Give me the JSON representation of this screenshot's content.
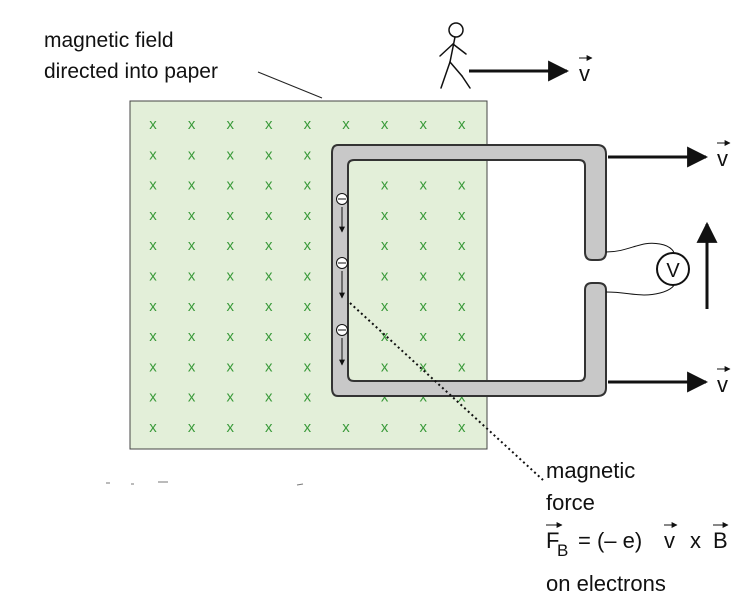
{
  "labels": {
    "field_line1": "magnetic field",
    "field_line2": "directed into paper",
    "velocity": "v",
    "meter": "V",
    "force_line1": "magnetic",
    "force_line2": "force",
    "force_eq_f": "F",
    "force_eq_sub": "B",
    "force_eq_mid": "= (– e)",
    "force_eq_v": "v",
    "force_eq_x": "x",
    "force_eq_b": "B",
    "force_line4": "on electrons"
  },
  "field": {
    "symbol": "x",
    "rows": 11,
    "cols": 9
  },
  "electrons": {
    "symbol": "⊖",
    "count": 3
  },
  "colors": {
    "field_fill": "#e3efd9",
    "field_mark": "#3a9a3a",
    "loop_fill": "#c8c8c8",
    "ink": "#111111"
  },
  "icons": {
    "observer": "walking-person-icon",
    "meter": "voltmeter-icon"
  }
}
